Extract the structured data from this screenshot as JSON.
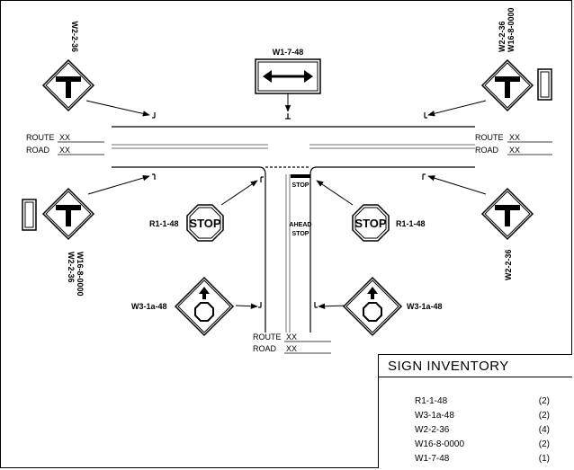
{
  "signs": {
    "w1_7_48": "W1-7-48",
    "w2_2_36": "W2-2-36",
    "w16_8_0000": "W16-8-0000",
    "r1_1_48": "R1-1-48",
    "w3_1a_48": "W3-1a-48",
    "stop_word": "STOP"
  },
  "roads": {
    "route_label": "ROUTE",
    "road_label": "ROAD",
    "value": "XX"
  },
  "pavement": {
    "stop": "STOP",
    "ahead": "AHEAD",
    "stop2": "STOP"
  },
  "inventory": {
    "title": "SIGN  INVENTORY",
    "items": [
      {
        "code": "R1-1-48",
        "qty": "(2)"
      },
      {
        "code": "W3-1a-48",
        "qty": "(2)"
      },
      {
        "code": "W2-2-36",
        "qty": "(4)"
      },
      {
        "code": "W16-8-0000",
        "qty": "(2)"
      },
      {
        "code": "W1-7-48",
        "qty": "(1)"
      }
    ]
  },
  "colors": {
    "ink": "#000000",
    "road_gray": "#8c8c8c",
    "background": "#ffffff"
  }
}
